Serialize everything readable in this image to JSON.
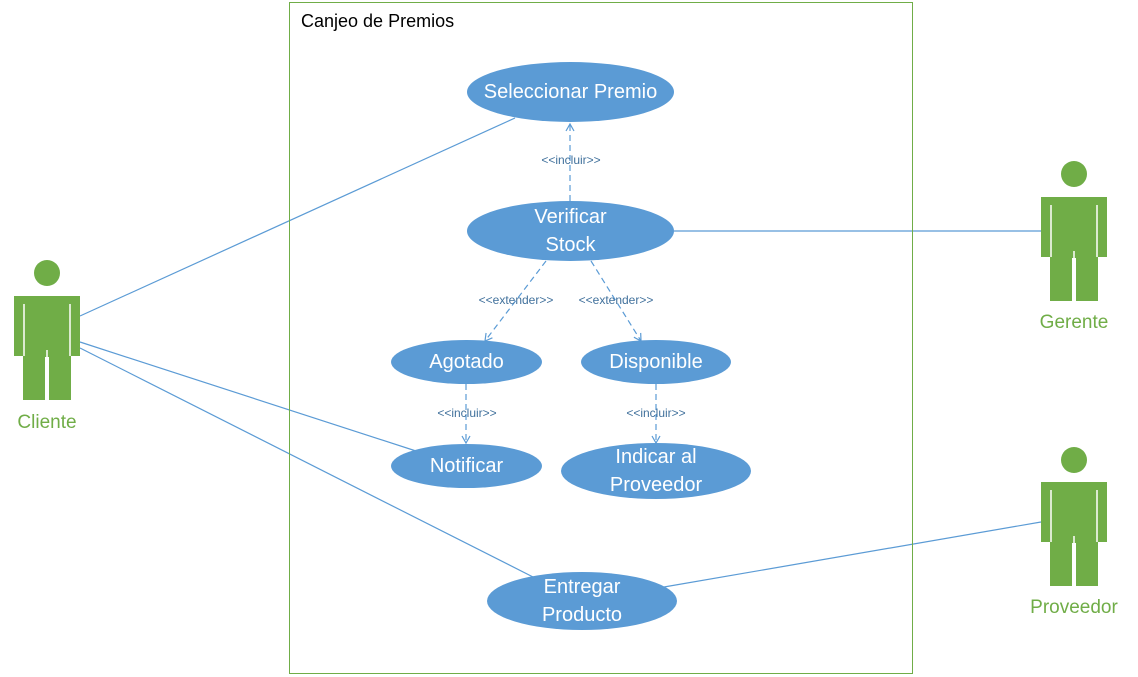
{
  "colors": {
    "use_case_fill": "#5B9BD5",
    "line": "#5B9BD5",
    "actor": "#70AD47",
    "boundary": "#70AD47",
    "use_case_text": "#FFFFFF",
    "relation_text": "#41719C"
  },
  "system": {
    "title": "Canjeo de Premios"
  },
  "actors": {
    "cliente": {
      "label": "Cliente"
    },
    "gerente": {
      "label": "Gerente"
    },
    "proveedor": {
      "label": "Proveedor"
    }
  },
  "use_cases": {
    "seleccionar": "Seleccionar Premio",
    "verificar": "Verificar\nStock",
    "agotado": "Agotado",
    "disponible": "Disponible",
    "notificar": "Notificar",
    "indicar": "Indicar al\nProveedor",
    "entregar": "Entregar\nProducto"
  },
  "relations": {
    "incluir_seleccionar": "<<incluir>>",
    "extender_agotado": "<<extender>>",
    "extender_disponible": "<<extender>>",
    "incluir_notificar": "<<incluir>>",
    "incluir_indicar": "<<incluir>>"
  }
}
